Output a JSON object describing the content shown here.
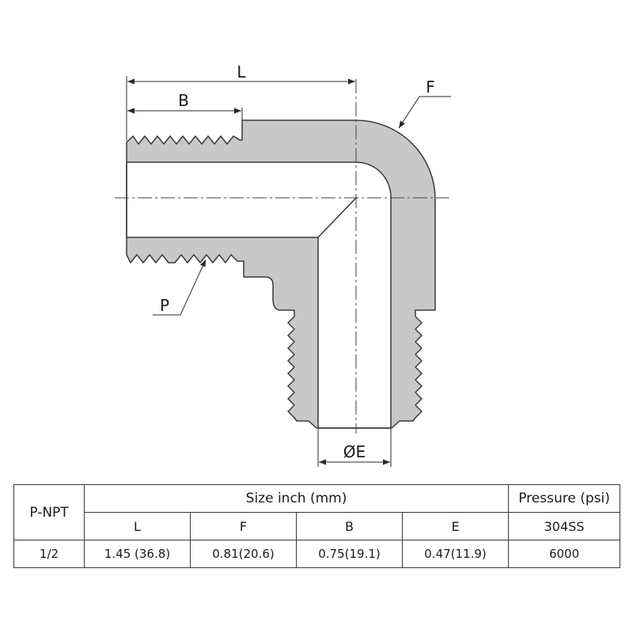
{
  "diagram": {
    "labels": {
      "L": "L",
      "B": "B",
      "F": "F",
      "P": "P",
      "E": "ØE"
    },
    "colors": {
      "body_fill": "#c8c8c8",
      "outline": "#3a3a3a",
      "dimension": "#2a2a2a"
    }
  },
  "table": {
    "header_pnpt": "P-NPT",
    "header_size": "Size  inch (mm)",
    "header_pressure": "Pressure (psi)",
    "sub_L": "L",
    "sub_F": "F",
    "sub_B": "B",
    "sub_E": "E",
    "sub_material": "304SS",
    "row": {
      "pnpt": "1/2",
      "L": "1.45 (36.8)",
      "F": "0.81(20.6)",
      "B": "0.75(19.1)",
      "E": "0.47(11.9)",
      "pressure": "6000"
    }
  }
}
